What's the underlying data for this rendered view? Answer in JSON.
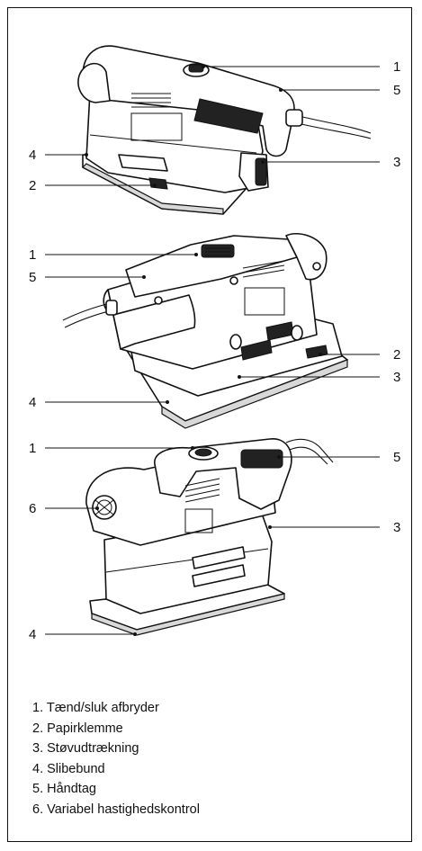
{
  "callouts": {
    "fig1": {
      "c1": "1",
      "c5": "5",
      "c4": "4",
      "c3": "3",
      "c2": "2"
    },
    "fig2": {
      "c1": "1",
      "c5": "5",
      "c2": "2",
      "c3": "3",
      "c4": "4"
    },
    "fig3": {
      "c1": "1",
      "c5": "5",
      "c6": "6",
      "c3": "3",
      "c4": "4"
    }
  },
  "legend": [
    "1. Tænd/sluk afbryder",
    "2. Papirklemme",
    "3. Støvudtrækning",
    "4. Slibebund",
    "5. Håndtag",
    "6. Variabel hastighedskontrol"
  ]
}
